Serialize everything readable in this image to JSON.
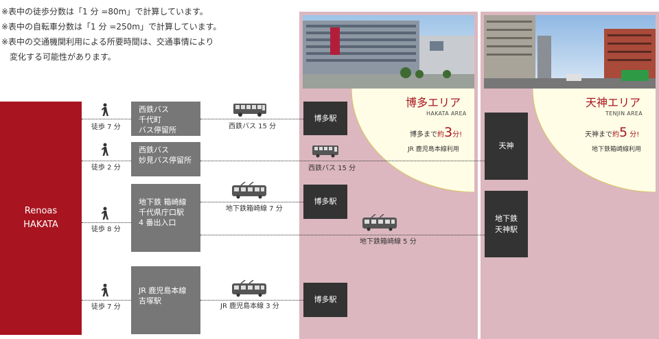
{
  "notes": [
    "※表中の徒歩分数は「1 分 =80m」で計算しています。",
    "※表中の自転車分数は「1 分 =250m」で計算しています。",
    "※表中の交通機関利用による所要時間は、交通事情により",
    "変化する可能性があります。"
  ],
  "origin": {
    "line1": "Renoas",
    "line2": "HAKATA"
  },
  "walks": [
    "徒歩 7 分",
    "徒歩 2 分",
    "徒歩 8 分",
    "徒歩 7 分"
  ],
  "stops": [
    {
      "line1": "西鉄バス",
      "line2": "千代町",
      "line3": "バス停留所"
    },
    {
      "line1": "西鉄バス",
      "line2": "妙見バス停留所"
    },
    {
      "line1": "地下鉄 箱崎線",
      "line2": "千代県庁口駅",
      "line3": "4 番出入口"
    },
    {
      "line1": "JR 鹿児島本線",
      "line2": "吉塚駅"
    }
  ],
  "routes": [
    "西鉄バス 15 分",
    "西鉄バス 15 分",
    "地下鉄箱崎線 7 分",
    "地下鉄箱崎線 5 分",
    "JR 鹿児島本線 3 分"
  ],
  "destinations": {
    "hakata1": "博多駅",
    "hakata2": "博多駅",
    "hakata3": "博多駅",
    "tenjin": "天神",
    "tenjin_sub_line1": "地下鉄",
    "tenjin_sub_line2": "天神駅"
  },
  "hakata_area": {
    "title": "博多エリア",
    "subtitle": "HAKATA AREA",
    "time_prefix": "博多まで",
    "time_approx": "約",
    "time_num": "3",
    "time_suffix": "分!",
    "line": "JR 鹿児島本線利用"
  },
  "tenjin_area": {
    "title": "天神エリア",
    "subtitle": "TENJIN AREA",
    "time_prefix": "天神まで",
    "time_approx": "約",
    "time_num": "5",
    "time_suffix": " 分!",
    "line": "地下鉄箱崎線利用"
  },
  "colors": {
    "brand_red": "#a8141f",
    "area_pink": "#dcb7c0",
    "card_cream": "#fffde6",
    "stop_gray": "#777777",
    "station_dark": "#333333"
  },
  "icons": [
    "walker-icon",
    "bus-icon",
    "train-icon",
    "building-photo"
  ]
}
